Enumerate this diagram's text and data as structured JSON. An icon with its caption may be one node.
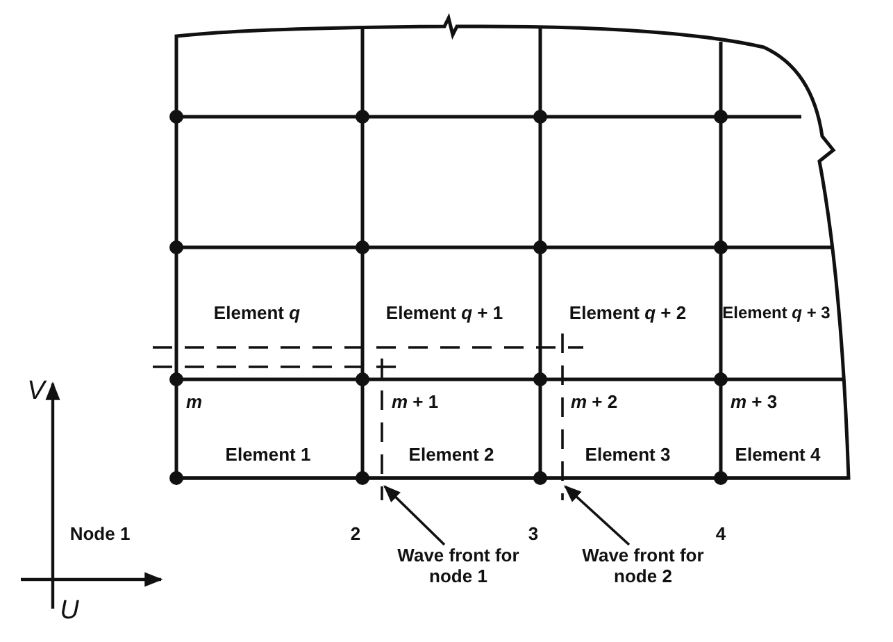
{
  "diagram": {
    "nodes": [
      {
        "text": [
          "Wave front for node 1"
        ]
      },
      {
        "text": [
          "Wave front for node 2"
        ]
      }
    ],
    "edges": [
      {
        "from": 0,
        "to": null,
        "arrow": "to"
      },
      {
        "from": 1,
        "to": null,
        "arrow": "to"
      }
    ],
    "labels": [
      "Element *q*",
      "Element *q* + 1",
      "Element *q* + 2",
      "Element *q* + 3",
      "*m*",
      "*m* + 1",
      "*m* + 2",
      "*m* + 3",
      "Element 1",
      "Element 2",
      "Element 3",
      "Element 4",
      "V",
      "Node 1",
      "2",
      "3",
      "4",
      "U"
    ]
  }
}
